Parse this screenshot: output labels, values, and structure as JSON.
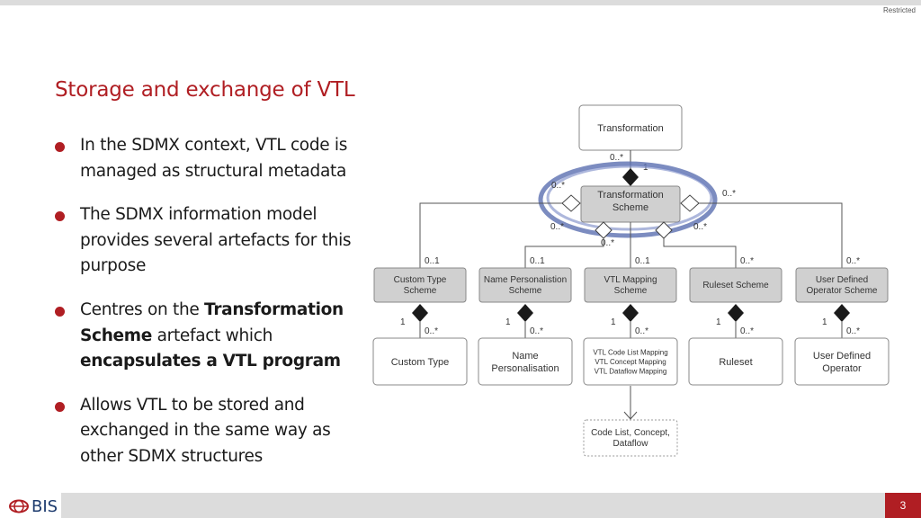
{
  "header": {
    "classification": "Restricted"
  },
  "slide": {
    "title": "Storage and exchange of VTL",
    "bullets": [
      {
        "text": "In the SDMX context, VTL code is managed as structural metadata"
      },
      {
        "text": "The SDMX information model provides several artefacts for this purpose"
      },
      {
        "text_1": "Centres on the ",
        "bold_1": "Transformation Scheme",
        "text_2": " artefact which ",
        "bold_2": "encapsulates a VTL program"
      },
      {
        "text": "Allows VTL to be stored and exchanged in the same way as other SDMX structures"
      }
    ]
  },
  "diagram": {
    "transformation": "Transformation",
    "scheme": [
      "Transformation",
      "Scheme"
    ],
    "schemes": [
      {
        "line1": "Custom Type",
        "line2": "Scheme",
        "mult_top": "0..1"
      },
      {
        "line1": "Name Personalistion",
        "line2": "Scheme",
        "mult_top": "0..1"
      },
      {
        "line1": "VTL Mapping",
        "line2": "Scheme",
        "mult_top": "0..1"
      },
      {
        "line1": "Ruleset Scheme",
        "line2": "",
        "mult_top": "0..*"
      },
      {
        "line1": "User Defined",
        "line2": "Operator Scheme",
        "mult_top": "0..*"
      }
    ],
    "items": [
      {
        "lines": [
          "Custom Type"
        ]
      },
      {
        "lines": [
          "Name",
          "Personalisation"
        ]
      },
      {
        "lines": [
          "VTL Code List Mapping",
          "VTL Concept Mapping",
          "VTL Dataflow Mapping"
        ]
      },
      {
        "lines": [
          "Ruleset"
        ]
      },
      {
        "lines": [
          "User Defined",
          "Operator"
        ]
      }
    ],
    "target": [
      "Code List, Concept,",
      "Dataflow"
    ],
    "mult": {
      "one": "1",
      "many": "0..*",
      "trans_many": "0..*",
      "trans_one": "1",
      "left_many": "0..*",
      "left_many_2": "0..*",
      "right_many": "0..*",
      "right_many_2": "0..*",
      "bottom_many": "0..*"
    }
  },
  "footer": {
    "logo_text": "BIS",
    "page_number": "3"
  }
}
